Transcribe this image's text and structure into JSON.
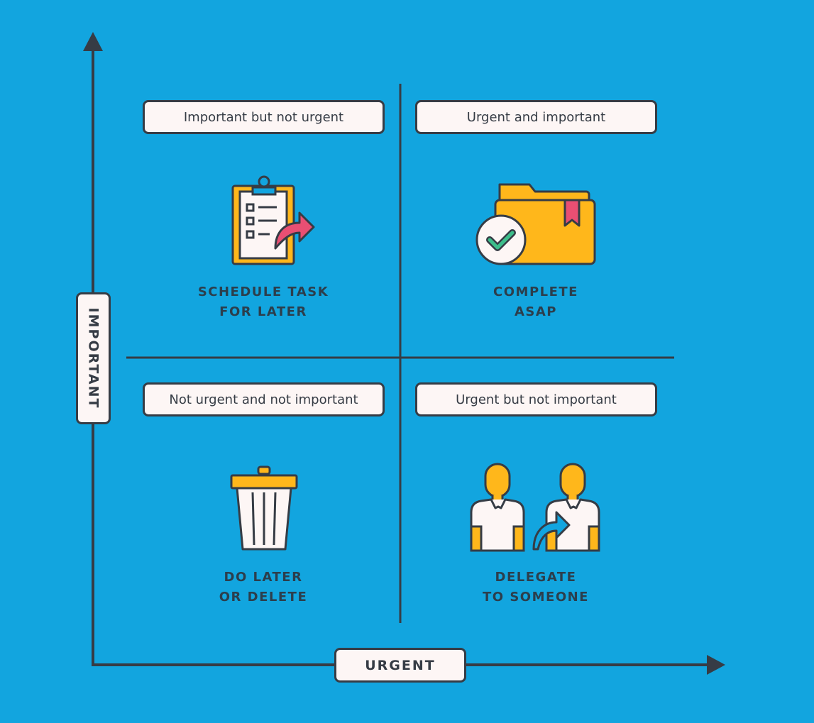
{
  "axes": {
    "y_label": "IMPORTANT",
    "x_label": "URGENT"
  },
  "quadrants": {
    "top_left": {
      "title": "Important but not urgent",
      "action_line1": "SCHEDULE TASK",
      "action_line2": "FOR LATER",
      "icon": "clipboard-arrow-icon"
    },
    "top_right": {
      "title": "Urgent and important",
      "action_line1": "COMPLETE",
      "action_line2": "ASAP",
      "icon": "folder-check-icon"
    },
    "bottom_left": {
      "title": "Not urgent and not important",
      "action_line1": "DO LATER",
      "action_line2": "OR DELETE",
      "icon": "trash-can-icon"
    },
    "bottom_right": {
      "title": "Urgent but not important",
      "action_line1": "DELEGATE",
      "action_line2": "TO SOMEONE",
      "icon": "delegate-people-icon"
    }
  },
  "colors": {
    "background": "#12A5DF",
    "outline": "#363C45",
    "accent_yellow": "#FFB71B",
    "accent_pink": "#E94F73",
    "accent_green": "#3DBE8B",
    "paper": "#FDF6F5"
  }
}
